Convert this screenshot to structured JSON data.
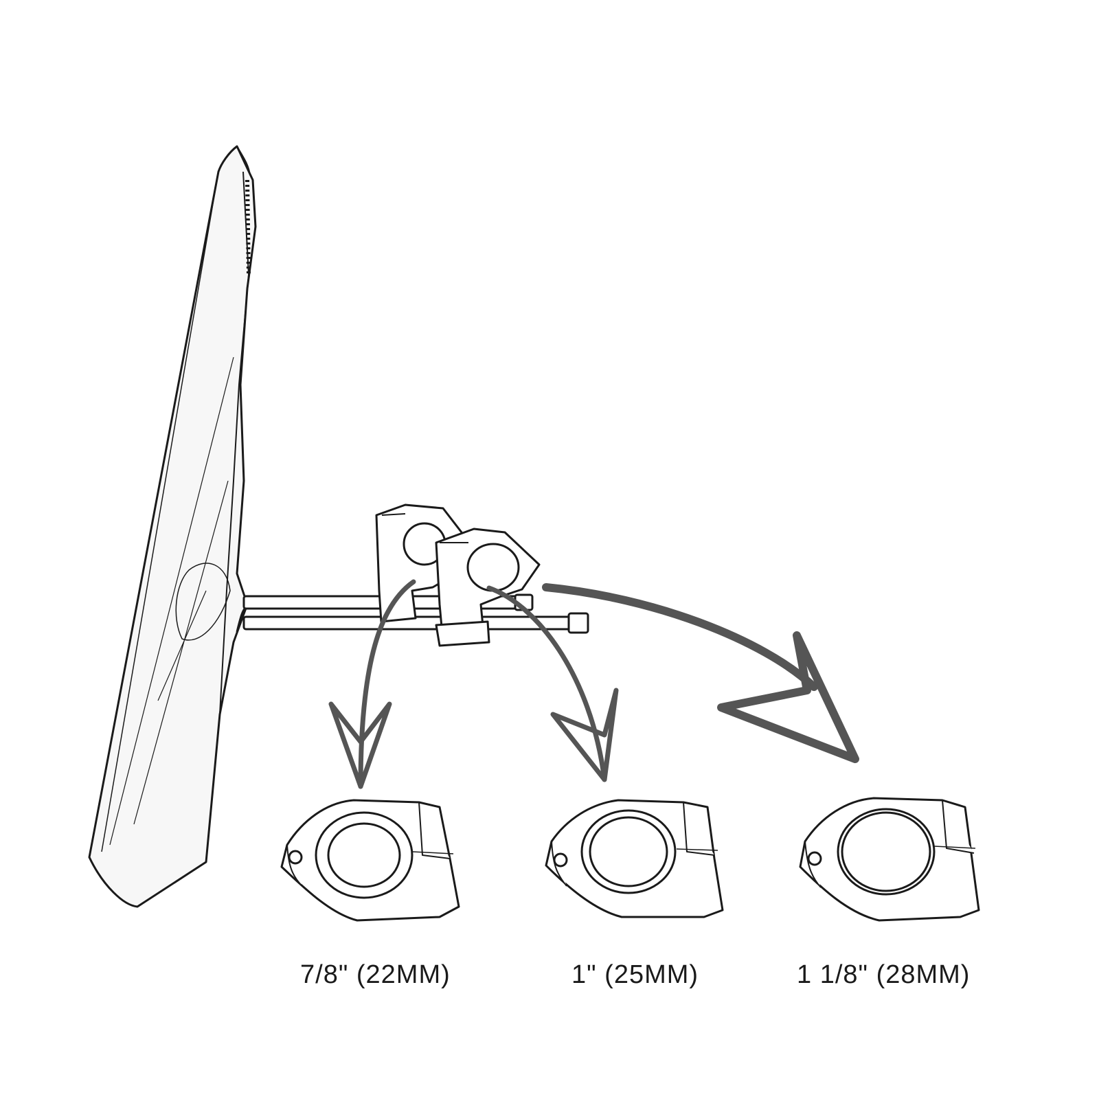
{
  "diagram": {
    "colors": {
      "line": "#1a1a1a",
      "arrow": "#555555",
      "mirror_fill": "#f7f7f7"
    },
    "clamps": [
      {
        "id": "clamp-22mm",
        "label": "7/8\" (22MM)"
      },
      {
        "id": "clamp-25mm",
        "label": "1\" (25MM)"
      },
      {
        "id": "clamp-28mm",
        "label": "1 1/8\" (28MM)"
      }
    ]
  }
}
